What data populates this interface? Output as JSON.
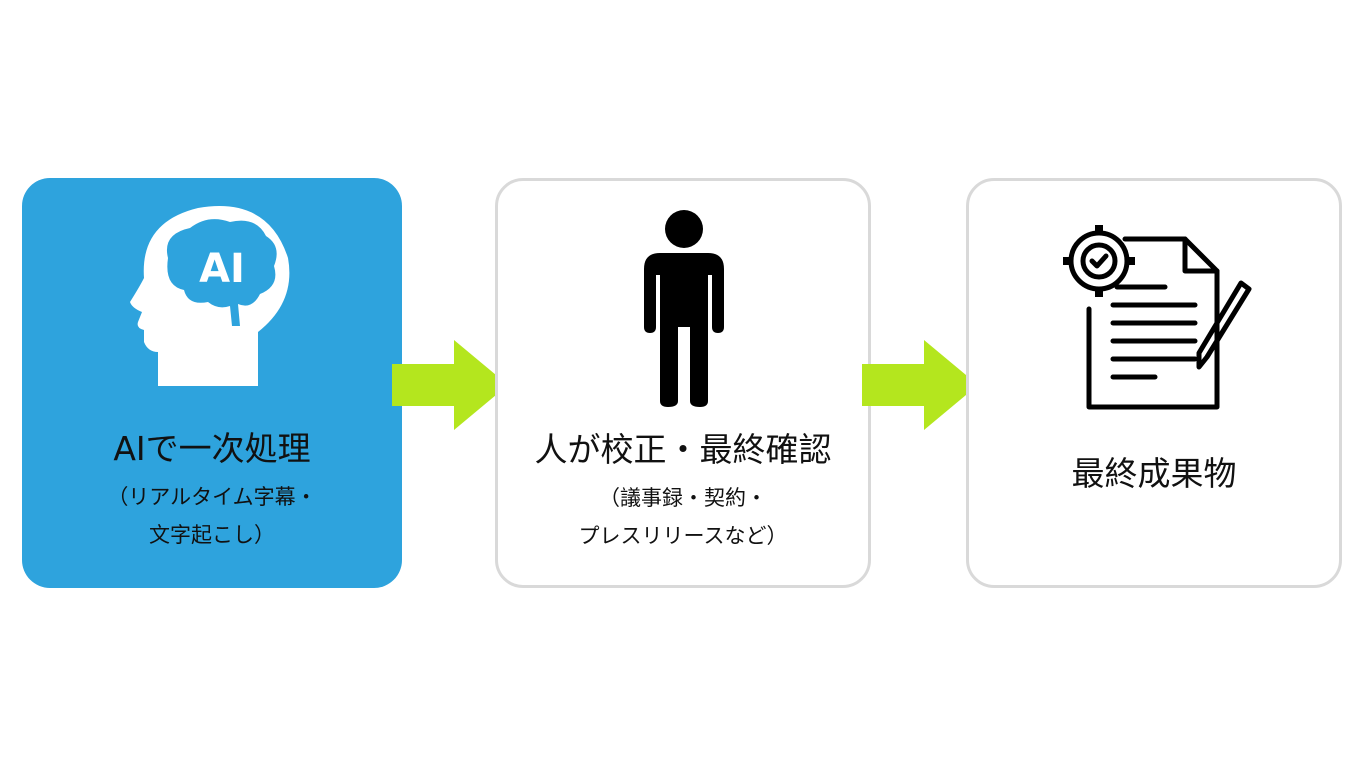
{
  "steps": [
    {
      "title": "AIで一次処理",
      "sub_line1": "（リアルタイム字幕・",
      "sub_line2": "文字起こし）",
      "icon": "ai-brain-head-icon",
      "icon_text": "AI"
    },
    {
      "title": "人が校正・最終確認",
      "sub_line1": "（議事録・契約・",
      "sub_line2": "プレスリリースなど）",
      "icon": "person-icon"
    },
    {
      "title": "最終成果物",
      "icon": "document-gear-pencil-icon"
    }
  ],
  "colors": {
    "ai_box": "#2EA3DD",
    "arrow": "#B4E61E",
    "border": "#d9d9d9"
  }
}
